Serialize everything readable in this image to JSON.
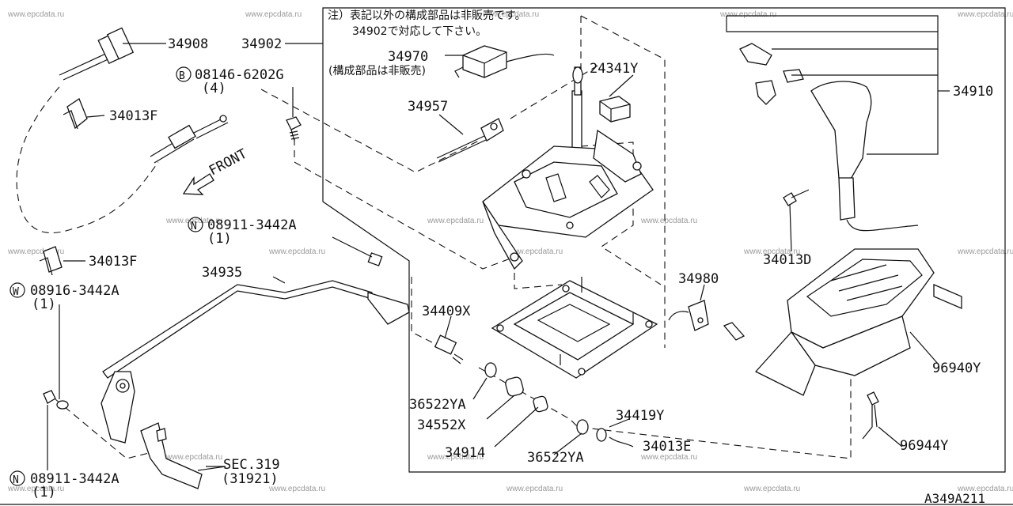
{
  "watermark": "www.epcdata.ru",
  "diagram_code": "A349A211",
  "note": {
    "line1": "注）表記以外の構成部品は非販売です。",
    "line2": "34902で対応して下さい。"
  },
  "labels": {
    "p34908": "34908",
    "p34902": "34902",
    "p08146_circle": "B",
    "p08146": "08146-6202G",
    "p08146_qty": "(4)",
    "p34013F_top": "34013F",
    "front": "FRONT",
    "p08911_top_circle": "N",
    "p08911_top": "08911-3442A",
    "p08911_top_qty": "(1)",
    "p34013F_mid": "34013F",
    "p08916_circle": "W",
    "p08916": "08916-3442A",
    "p08916_qty": "(1)",
    "p34935": "34935",
    "p08911_bot_circle": "N",
    "p08911_bot": "08911-3442A",
    "p08911_bot_qty": "(1)",
    "sec": "SEC.319",
    "sec_ref": "(31921)",
    "p34970": "34970",
    "p34970_note": "(構成部品は非販売)",
    "p34957": "34957",
    "p24341Y": "24341Y",
    "p34409X": "34409X",
    "p36522YA_a": "36522YA",
    "p34552X": "34552X",
    "p34914": "34914",
    "p36522YA_b": "36522YA",
    "p34419Y": "34419Y",
    "p34013E": "34013E",
    "p34980": "34980",
    "p34910": "34910",
    "p34013D": "34013D",
    "p96940Y": "96940Y",
    "p96944Y": "96944Y"
  }
}
